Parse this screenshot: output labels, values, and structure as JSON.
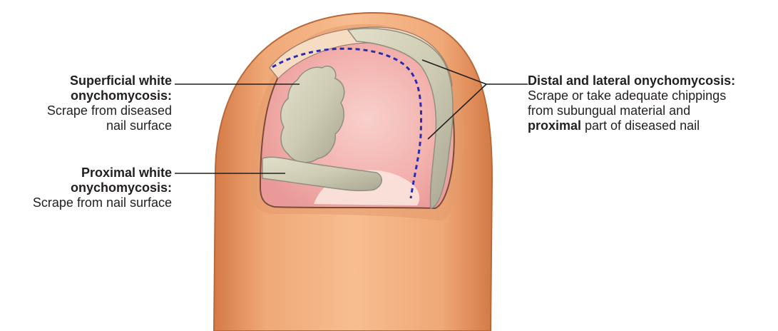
{
  "labels": {
    "superficial": {
      "title_line1": "Superficial white",
      "title_line2": "onychomycosis:",
      "body_line1": "Scrape from diseased",
      "body_line2": "nail surface"
    },
    "proximal": {
      "title_line1": "Proximal white",
      "title_line2": "onychomycosis:",
      "body_line1": "Scrape from nail surface"
    },
    "distal": {
      "title": "Distal and lateral onychomycosis:",
      "body_line1": "Scrape or take adequate chippings",
      "body_line2": "from subungual material and",
      "body_line3_bold": "proximal",
      "body_line3_rest": " part of diseased nail"
    }
  },
  "colors": {
    "skin": "#f0a877",
    "skin_shadow": "#d9814e",
    "nail_bed": "#f3b2ae",
    "nail_free_edge": "#f6dcc3",
    "lesion": "#c7c4ae",
    "lesion_dark": "#8f8f80",
    "dashed_line": "#2b2bb0",
    "leader_line": "#231f20"
  }
}
